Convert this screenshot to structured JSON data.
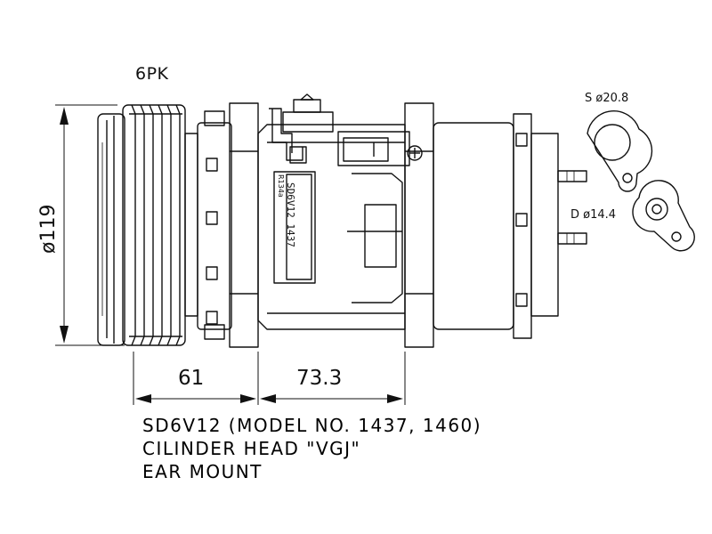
{
  "labels": {
    "belt_profile": "6PK",
    "pulley_diameter": "ø119",
    "dim_pulley_to_ear": "61",
    "dim_ear_to_ear": "73.3",
    "suction_port": "S  ø20.8",
    "discharge_port": "D  ø14.4",
    "nameplate_model": "SD6V12 1437",
    "nameplate_refrigerant": "R134a"
  },
  "notes": {
    "line1": "SD6V12 (MODEL NO. 1437, 1460)",
    "line2": "CILINDER HEAD \"VGJ\"",
    "line3": "EAR MOUNT"
  },
  "colors": {
    "ink": "#111111",
    "background": "#ffffff"
  }
}
